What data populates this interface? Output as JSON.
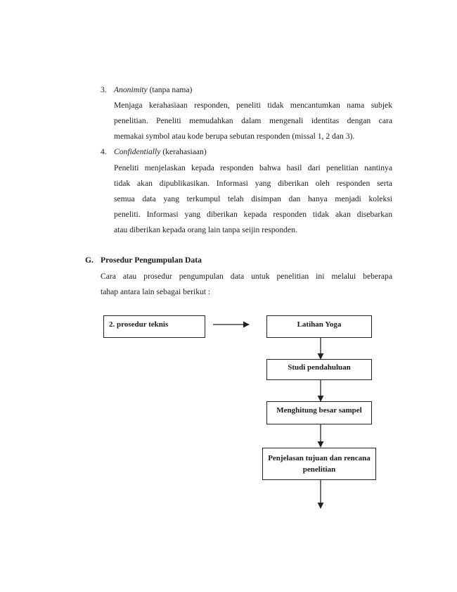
{
  "items": {
    "item3": {
      "number": "3.",
      "term": "Anonimity",
      "gloss": "(tanpa nama)",
      "lines": [
        "Menjaga kerahasiaan responden, peneliti tidak mencantumkan nama subjek",
        "penelitian. Peneliti memudahkan dalam mengenali identitas dengan cara",
        "memakai symbol atau kode berupa sebutan responden (missal 1, 2 dan 3)."
      ]
    },
    "item4": {
      "number": "4.",
      "term": "Confidentially",
      "gloss": "(kerahasiaan)",
      "lines": [
        "Peneliti menjelaskan kepada responden bahwa hasil dari penelitian nantinya",
        "tidak akan dipublikasikan. Informasi yang diberikan oleh responden serta",
        "semua data yang terkumpul telah disimpan dan hanya menjadi koleksi",
        "peneliti. Informasi yang diberikan kepada responden tidak akan disebarkan",
        "atau diberikan kepada orang lain tanpa seijin responden."
      ]
    }
  },
  "section_g": {
    "letter": "G.",
    "heading": "Prosedur Pengumpulan Data",
    "lines": [
      "Cara atau prosedur pengumpulan data untuk penelitian ini melalui beberapa",
      "tahap antara lain sebagai berikut :"
    ]
  },
  "flowchart": {
    "start_box": "2. prosedur teknis",
    "steps": [
      "Latihan Yoga",
      "Studi pendahuluan",
      "Menghitung besar sampel",
      "Penjelasan tujuan dan rencana",
      "penelitian"
    ]
  }
}
